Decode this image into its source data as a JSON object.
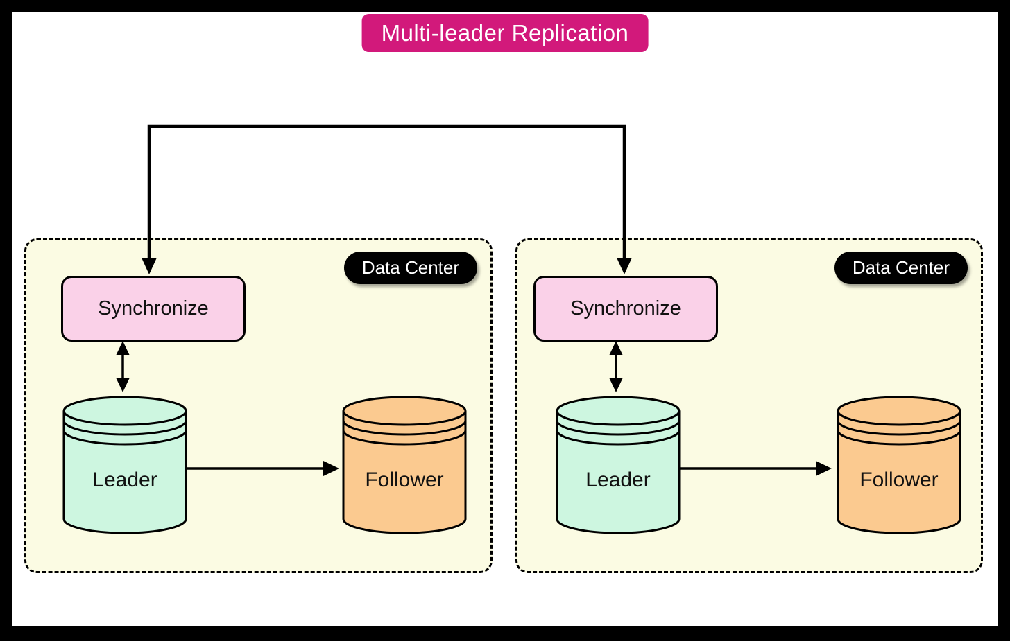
{
  "title": {
    "label": "Multi-leader Replication"
  },
  "colors": {
    "banner_bg": "#d2197b",
    "banner_text": "#ffffff",
    "dc_fill": "#fbfbe3",
    "sync_fill": "#fad1e8",
    "leader_fill": "#cdf6e0",
    "follower_fill": "#fbca90",
    "line_color": "#000000"
  },
  "datacenters": [
    {
      "badge": "Data Center",
      "sync_label": "Synchronize",
      "leader_label": "Leader",
      "follower_label": "Follower"
    },
    {
      "badge": "Data Center",
      "sync_label": "Synchronize",
      "leader_label": "Leader",
      "follower_label": "Follower"
    }
  ],
  "edges": [
    {
      "from": "datacenter-1.synchronize",
      "to": "datacenter-2.synchronize",
      "shape": "elbow-top",
      "arrowheads": "both-ends-down"
    },
    {
      "from": "datacenter-1.synchronize",
      "to": "datacenter-1.leader",
      "arrowheads": "both"
    },
    {
      "from": "datacenter-1.leader",
      "to": "datacenter-1.follower",
      "arrowheads": "end"
    },
    {
      "from": "datacenter-2.synchronize",
      "to": "datacenter-2.leader",
      "arrowheads": "both"
    },
    {
      "from": "datacenter-2.leader",
      "to": "datacenter-2.follower",
      "arrowheads": "end"
    }
  ]
}
